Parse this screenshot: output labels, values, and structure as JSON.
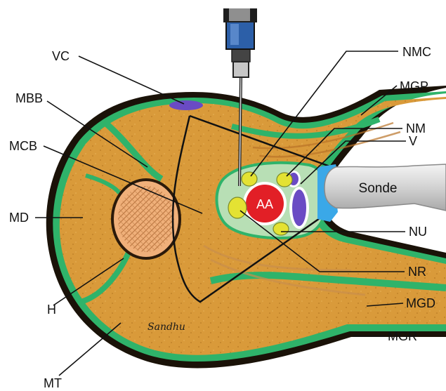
{
  "labels": {
    "vc": "VC",
    "mbb": "MBB",
    "mcb": "MCB",
    "md": "MD",
    "h": "H",
    "mt": "MT",
    "nmc": "NMC",
    "mgp": "MGP",
    "nm": "NM",
    "v": "V",
    "nu": "NU",
    "nr": "NR",
    "mgd": "MGD",
    "mgr": "MGR"
  },
  "probe_label": "Sonde",
  "artery_label": "AA",
  "signature": "Sandhu",
  "colors": {
    "muscle": "#d99a3a",
    "fascia": "#2fb36a",
    "skin": "#1a1208",
    "humerus": "#f0b07a",
    "artery": "#e21f26",
    "vein": "#6a4bc4",
    "nerve": "#e4e233",
    "probe": "#cfcfcf",
    "gel": "#3aa8e8",
    "needle_hub": "#2c5fa8"
  }
}
